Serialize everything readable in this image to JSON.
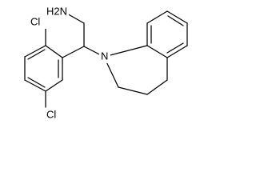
{
  "molecule": {
    "labels": {
      "amine": "H2N",
      "chloro_top": "Cl",
      "chloro_bottom": "Cl",
      "ring_nitrogen": "N"
    }
  }
}
